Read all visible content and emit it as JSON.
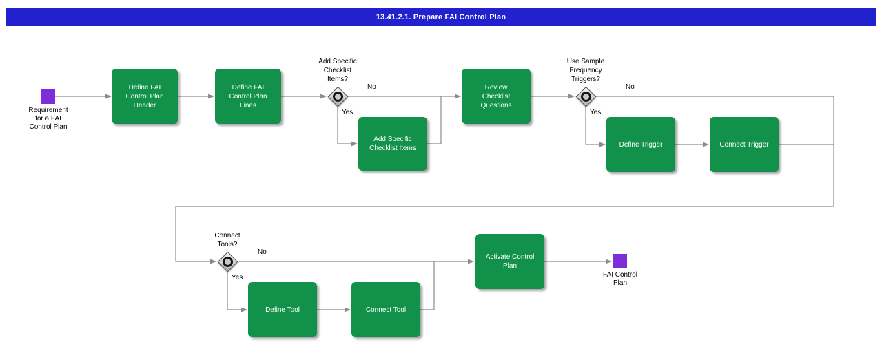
{
  "title_bar": {
    "title": "13.41.2.1. Prepare FAI Control Plan"
  },
  "start_event": {
    "label": "Requirement\nfor a FAI\nControl Plan"
  },
  "end_event": {
    "label": "FAI Control\nPlan"
  },
  "tasks": {
    "define_header": {
      "label": "Define FAI\nControl Plan\nHeader"
    },
    "define_lines": {
      "label": "Define FAI\nControl Plan\nLines"
    },
    "add_checklist_items": {
      "label": "Add Specific\nChecklist Items"
    },
    "review_questions": {
      "label": "Review\nChecklist\nQuestions"
    },
    "define_trigger": {
      "label": "Define Trigger"
    },
    "connect_trigger": {
      "label": "Connect Trigger"
    },
    "activate_plan": {
      "label": "Activate Control\nPlan"
    },
    "define_tool": {
      "label": "Define Tool"
    },
    "connect_tool": {
      "label": "Connect Tool"
    }
  },
  "gateways": {
    "checklist_items": {
      "question": "Add Specific\nChecklist\nItems?",
      "no_label": "No",
      "yes_label": "Yes"
    },
    "sample_frequency": {
      "question": "Use Sample\nFrequency\nTriggers?",
      "no_label": "No",
      "yes_label": "Yes"
    },
    "connect_tools": {
      "question": "Connect\nTools?",
      "no_label": "No",
      "yes_label": "Yes"
    }
  },
  "colors": {
    "title_bar_bg": "#2121CD",
    "task_green": "#12914B",
    "event_purple": "#7D2ED6",
    "connector_gray": "#8C8C8C"
  }
}
